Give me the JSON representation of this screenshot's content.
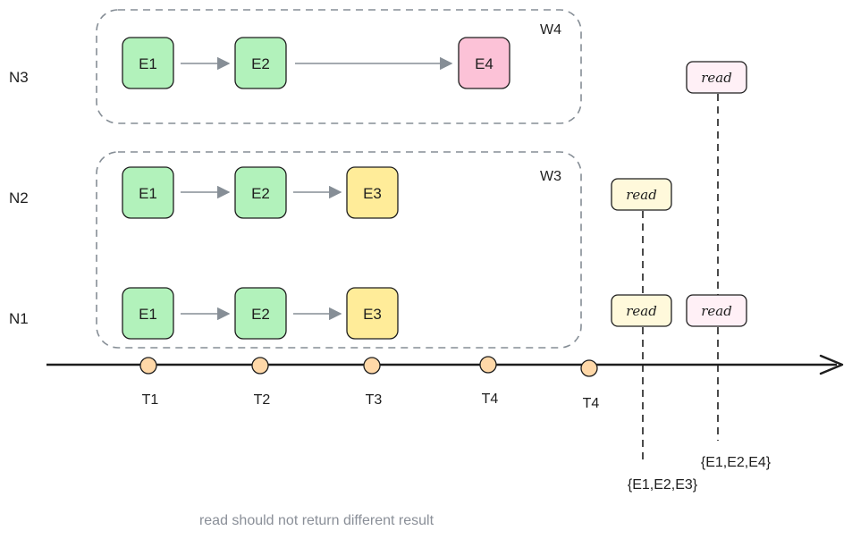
{
  "colors": {
    "event_green_fill": "#b2f2bb",
    "event_yellow_fill": "#ffec99",
    "event_pink_fill": "#fcc2d7",
    "event_stroke": "#1e1e1e",
    "arrow_gray": "#868e96",
    "window_border": "#868e96",
    "timeline": "#1e1e1e",
    "tick_fill": "#ffd8a8",
    "tick_stroke": "#1e1e1e",
    "read_yellow_fill": "#fff9db",
    "read_pink_fill": "#fff0f6",
    "caption": "#8a8f98"
  },
  "nodes": [
    "N3",
    "N2",
    "N1"
  ],
  "windows": [
    {
      "label": "W4"
    },
    {
      "label": "W3"
    }
  ],
  "rows": {
    "n3": {
      "events": [
        "E1",
        "E2",
        "E4"
      ]
    },
    "n2": {
      "events": [
        "E1",
        "E2",
        "E3"
      ]
    },
    "n1": {
      "events": [
        "E1",
        "E2",
        "E3"
      ]
    }
  },
  "timeline": {
    "ticks": [
      "T1",
      "T2",
      "T3",
      "T4",
      "T4"
    ]
  },
  "reads": {
    "first": {
      "top_label": "read",
      "bottom_label": "read",
      "result": "{E1,E2,E3}"
    },
    "second": {
      "top_label": "read",
      "bottom_label": "read",
      "result": "{E1,E2,E4}"
    }
  },
  "caption": "read should not return different result"
}
